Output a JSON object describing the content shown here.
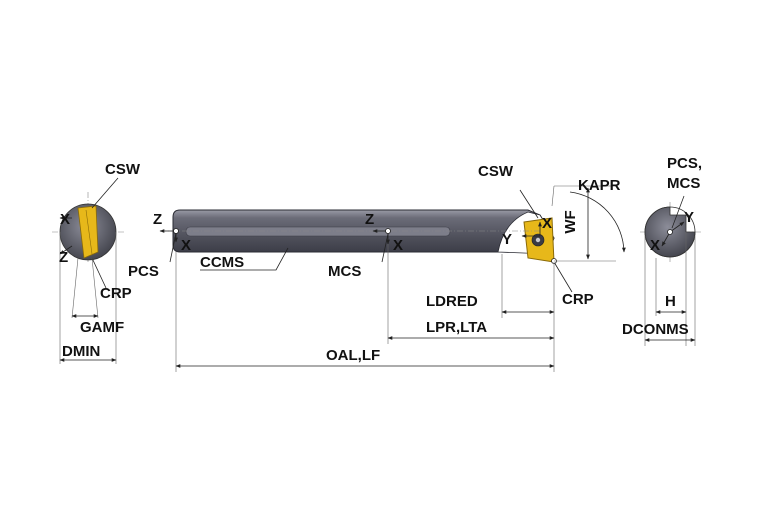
{
  "colors": {
    "body": "#5e5f6b",
    "body_dark": "#3a3b45",
    "body_light": "#7d7e8a",
    "insert": "#e7b81a",
    "insert_dark": "#8a6a08",
    "line": "#222222"
  },
  "labels": {
    "left_csw": "CSW",
    "left_x": "X",
    "left_z": "Z",
    "left_crp": "CRP",
    "left_gamf": "GAMF",
    "left_dmin": "DMIN",
    "shank_z_left": "Z",
    "shank_x_left": "X",
    "pcs": "PCS",
    "ccms": "CCMS",
    "shank_z_mid": "Z",
    "shank_x_mid": "X",
    "mcs": "MCS",
    "head_csw": "CSW",
    "head_y": "Y",
    "head_x": "X",
    "wf": "WF",
    "kapr": "KAPR",
    "head_crp": "CRP",
    "ldred": "LDRED",
    "lpr_lta": "LPR,LTA",
    "oal_lf": "OAL,LF",
    "right_pcs_mcs_1": "PCS,",
    "right_pcs_mcs_2": "MCS",
    "right_y": "Y",
    "right_x": "X",
    "right_h": "H",
    "right_dconms": "DCONMS"
  }
}
